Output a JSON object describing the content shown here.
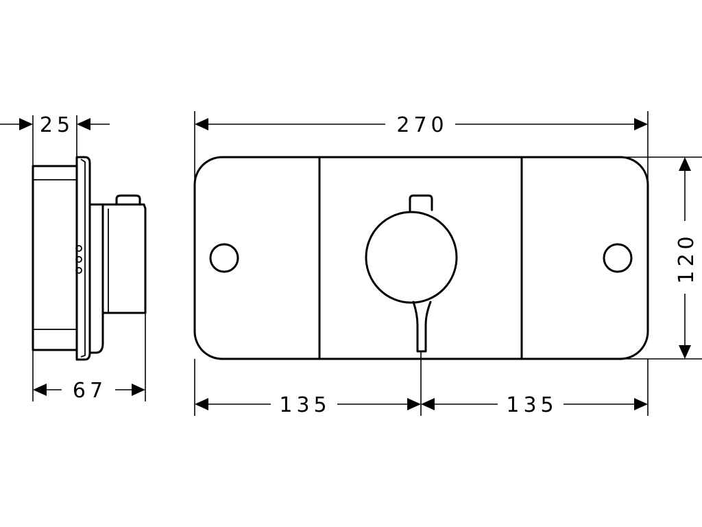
{
  "dimensions": {
    "depth_front": "25",
    "depth_total": "67",
    "width_total": "270",
    "width_half_left": "135",
    "width_half_right": "135",
    "height": "120"
  },
  "colors": {
    "line": "#000000",
    "background": "#ffffff"
  }
}
